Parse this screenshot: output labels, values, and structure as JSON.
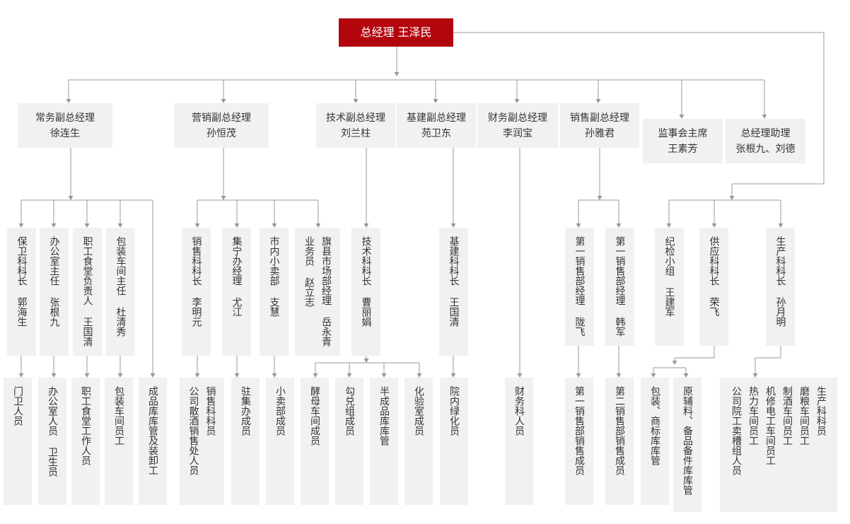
{
  "top": "总经理 王泽民",
  "level1": [
    {
      "title": "常务副总经理",
      "name": "徐连生"
    },
    {
      "title": "营销副总经理",
      "name": "孙恒茂"
    },
    {
      "title": "技术副总经理",
      "name": "刘兰柱"
    },
    {
      "title": "基建副总经理",
      "name": "苑卫东"
    },
    {
      "title": "财务副总经理",
      "name": "李润宝"
    },
    {
      "title": "销售副总经理",
      "name": "孙雅君"
    },
    {
      "title": "监事会主席",
      "name": "王素芳"
    },
    {
      "title": "总经理助理",
      "name": "张根九、刘德"
    }
  ],
  "level2": [
    [
      "保卫科科长 郭海生"
    ],
    [
      "办公室主任 张根九"
    ],
    [
      "职工食堂负责人 王国清"
    ],
    [
      "包装车间主任 杜清秀"
    ],
    [
      "销售科科长 李明元"
    ],
    [
      "集宁办经理 尤江"
    ],
    [
      "市内小卖部 支慧"
    ],
    [
      "业务员 赵立志",
      "旗县市场部经理 岳永青"
    ],
    [
      "技术科科长 曹丽娟"
    ],
    [
      "基建科科长 王国清"
    ],
    [
      "第一销售部经理 陇飞"
    ],
    [
      "第一销售部经理 韩军"
    ],
    [
      "纪检小组 王建军"
    ],
    [
      "供应科科长 荣飞"
    ],
    [
      "生产科科长 孙月明"
    ]
  ],
  "level3": [
    [
      "门卫人员"
    ],
    [
      "办公室人员 卫生员"
    ],
    [
      "职工食堂工作人员"
    ],
    [
      "包装车间员工"
    ],
    [
      "成品库库管及装卸工"
    ],
    [
      "公司散酒销售处人员",
      "销售科科员"
    ],
    [
      "驻集办成员"
    ],
    [
      "小卖部成员"
    ],
    [
      "酵母车间成员"
    ],
    [
      "勾兑组成员"
    ],
    [
      "半成品库库管"
    ],
    [
      "化验室成员"
    ],
    [
      "院内绿化员"
    ],
    [
      "财务科人员"
    ],
    [
      "第一销售部销售成员"
    ],
    [
      "第二销售部销售成员"
    ],
    [
      "包装、商标库库管"
    ],
    [
      "原辅料、备品备件库库管"
    ],
    [
      "公司院工卖槽组人员",
      "热力车间员工",
      "机修电工车间员工",
      "制酒车间员工",
      "磨粮车间员工",
      "生产科科员"
    ]
  ]
}
